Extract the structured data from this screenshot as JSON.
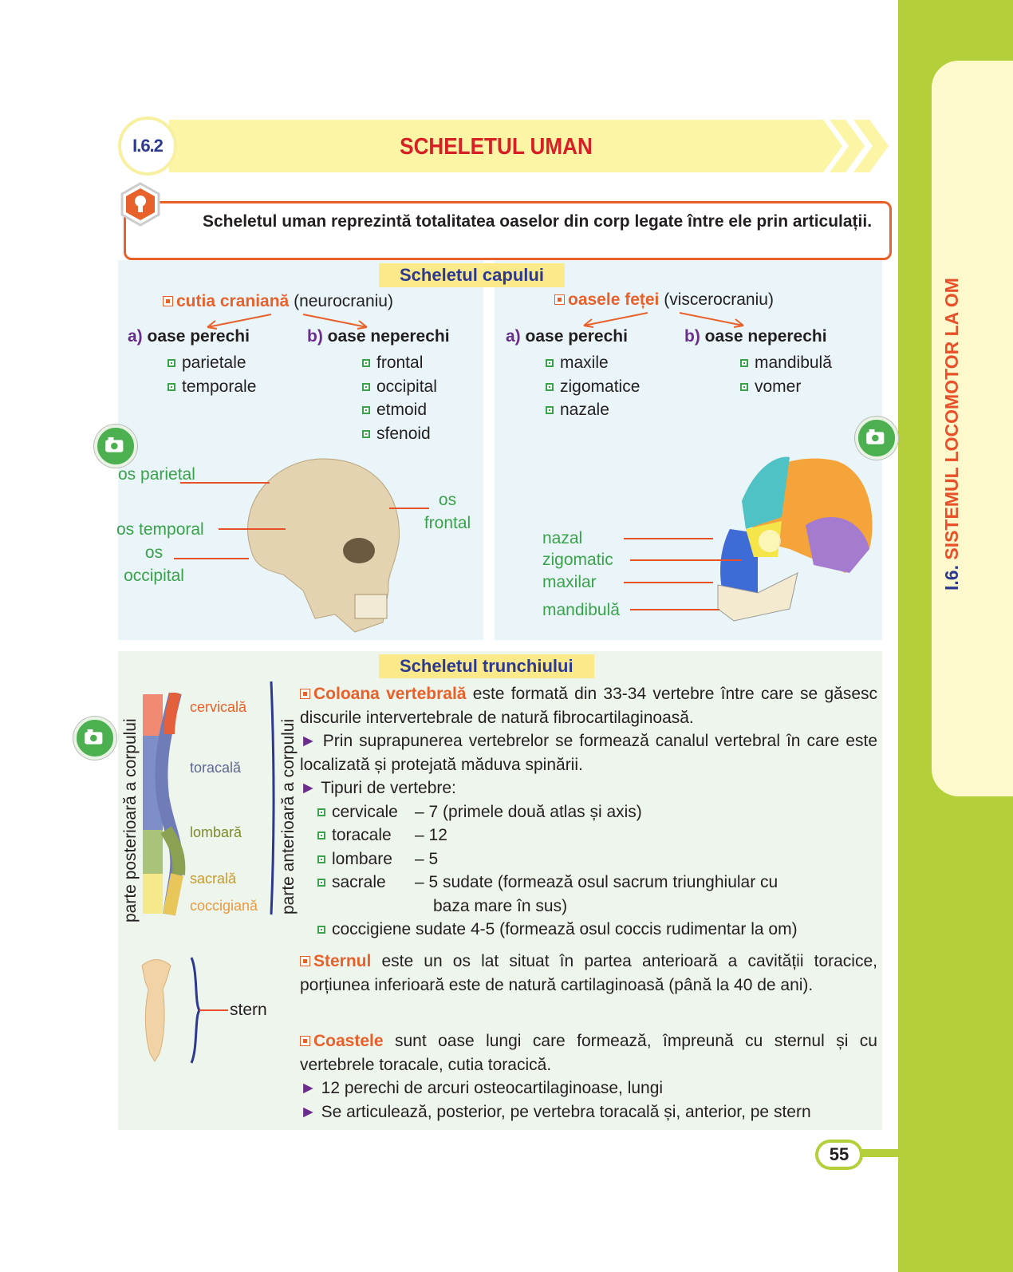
{
  "sidebar": {
    "chapter_num": "I.6.",
    "chapter_title": "SISTEMUL LOCOMOTOR LA OM"
  },
  "header": {
    "lesson_num": "I.6.2",
    "title": "SCHELETUL UMAN"
  },
  "definition": "Scheletul uman reprezintă totalitatea oaselor din corp legate între ele prin articulații.",
  "head": {
    "title": "Scheletul capului",
    "cranium": {
      "name": "cutia craniană",
      "alt": "(neurocraniu)",
      "paired_label": "oase perechi",
      "paired_letter": "a)",
      "paired": [
        "parietale",
        "temporale"
      ],
      "unpaired_label": "oase neperechi",
      "unpaired_letter": "b)",
      "unpaired": [
        "frontal",
        "occipital",
        "etmoid",
        "sfenoid"
      ]
    },
    "face": {
      "name": "oasele feței",
      "alt": "(viscerocraniu)",
      "paired_label": "oase perechi",
      "paired_letter": "a)",
      "paired": [
        "maxile",
        "zigomatice",
        "nazale"
      ],
      "unpaired_label": "oase neperechi",
      "unpaired_letter": "b)",
      "unpaired": [
        "mandibulă",
        "vomer"
      ]
    },
    "skull1_labels": {
      "parietal": "os parietal",
      "temporal": "os temporal",
      "occipital": "os occipital",
      "frontal": "os frontal"
    },
    "skull2_labels": [
      "nazal",
      "zigomatic",
      "maxilar",
      "mandibulă"
    ]
  },
  "trunk": {
    "title": "Scheletul trunchiului",
    "posterior": "parte posterioară a corpului",
    "anterior": "parte anterioară a corpului",
    "spine_labels": [
      "cervicală",
      "toracală",
      "lombară",
      "sacrală",
      "coccigiană"
    ],
    "column_name": "Coloana vertebrală",
    "column_text": "este formată din 33-34 vertebre între care se găsesc discurile intervertebrale de natură fibrocartilaginoasă.",
    "canal": "Prin suprapunerea vertebrelor se formează canalul vertebral în care este localizată și protejată măduva spinării.",
    "types_label": "Tipuri de vertebre:",
    "types": [
      {
        "n": "cervicale",
        "v": "– 7 (primele două atlas și axis)"
      },
      {
        "n": "toracale",
        "v": "– 12"
      },
      {
        "n": "lombare",
        "v": "– 5"
      },
      {
        "n": "sacrale",
        "v": "– 5 sudate (formează osul sacrum triunghiular cu"
      }
    ],
    "sacral_cont": "baza mare în sus)",
    "coccyx": "coccigiene sudate 4-5 (formează osul coccis rudimentar la om)",
    "stern_label": "stern",
    "stern_name": "Sternul",
    "stern_text": "este un os lat situat în partea anterioară a cavității toracice, porțiunea inferioară este de natură cartilaginoasă (până la 40 de ani).",
    "ribs_name": "Coastele",
    "ribs_text": "sunt oase lungi care formează, împreună cu sternul și cu vertebrele toracale, cutia toracică.",
    "ribs_points": [
      "12 perechi de arcuri osteocartilaginoase, lungi",
      "Se articulează, posterior, pe vertebra toracală și, anterior, pe stern"
    ]
  },
  "page_number": "55",
  "colors": {
    "accent": "#e8602a",
    "green": "#b3cf3a",
    "navy": "#2b3990",
    "title_red": "#d71f26"
  }
}
